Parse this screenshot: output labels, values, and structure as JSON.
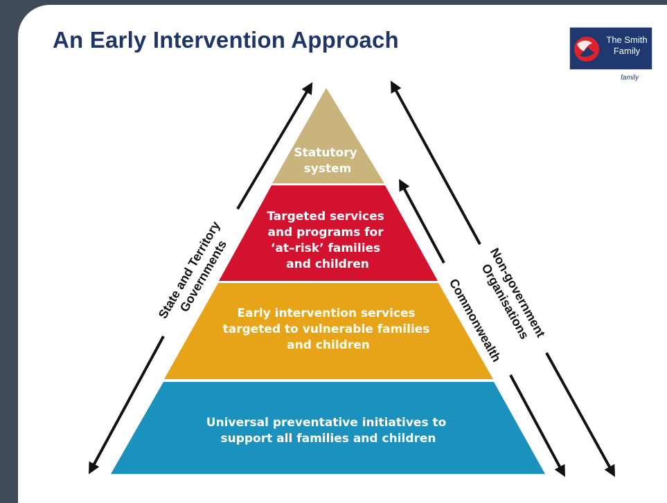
{
  "title": "An Early Intervention Approach",
  "logo": {
    "text": "The Smith\nFamily",
    "tagline": "family"
  },
  "pyramid": {
    "tiers": [
      {
        "id": "statutory",
        "lines": [
          "Statutory",
          "system"
        ],
        "color": "#c9b47c"
      },
      {
        "id": "targeted",
        "lines": [
          "Targeted services",
          "and programs for",
          "‘at–risk’ families",
          "and children"
        ],
        "color": "#d2122e"
      },
      {
        "id": "early",
        "lines": [
          "Early intervention services",
          "targeted to vulnerable families",
          "and children"
        ],
        "color": "#e8a418"
      },
      {
        "id": "universal",
        "lines": [
          "Universal preventative initiatives to",
          "support all families and children"
        ],
        "color": "#1a92bd"
      }
    ]
  },
  "arrows": {
    "left": {
      "lines": [
        "State and Territory",
        "Governments"
      ]
    },
    "commonwealth": {
      "lines": [
        "Commonwealth"
      ]
    },
    "right": {
      "lines": [
        "Non-government",
        "Organisations"
      ]
    }
  }
}
